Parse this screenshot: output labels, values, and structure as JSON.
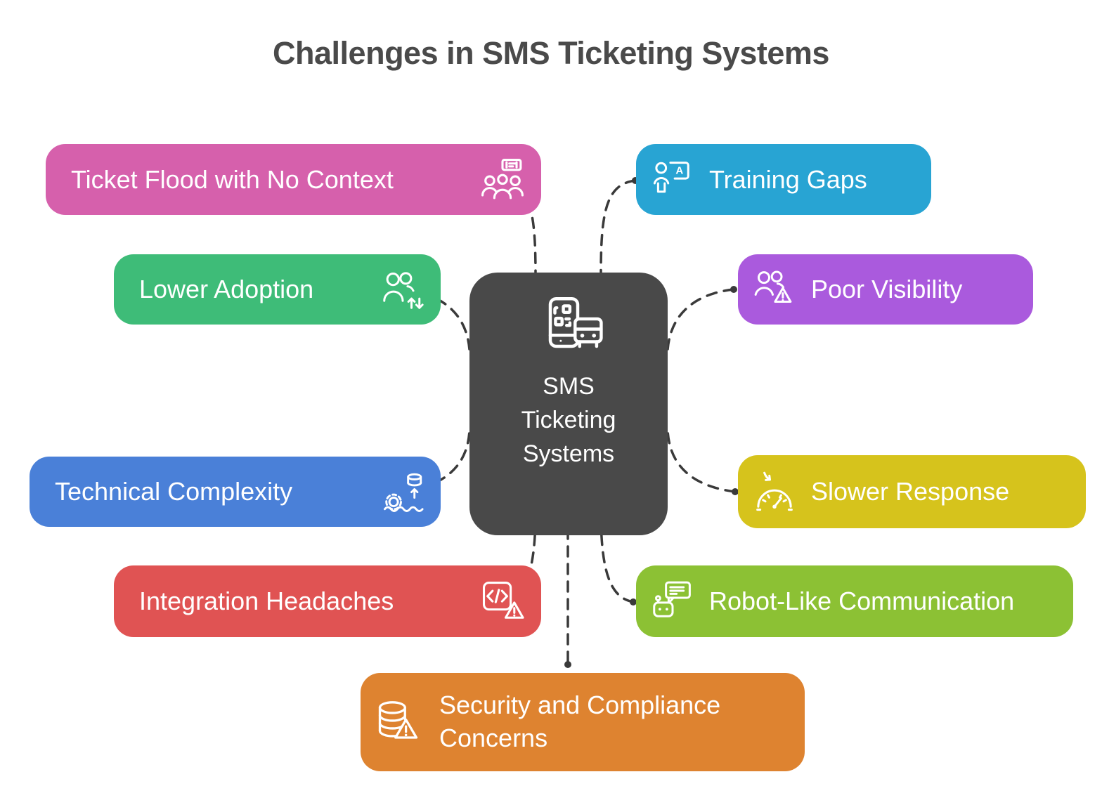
{
  "title": "Challenges in SMS Ticketing Systems",
  "title_color": "#4a4a4a",
  "background": "#ffffff",
  "connector_color": "#3a3a3a",
  "center": {
    "label": "SMS Ticketing Systems",
    "color": "#494949",
    "icon": "phone-qr-bus-icon",
    "text_color": "#ffffff"
  },
  "nodes": [
    {
      "id": "ticket-flood",
      "label": "Ticket Flood with No Context",
      "color": "#d660ac",
      "icon": "ticket-crowd-icon",
      "side": "left"
    },
    {
      "id": "lower-adoption",
      "label": "Lower Adoption",
      "color": "#3ebc78",
      "icon": "users-updown-icon",
      "side": "left"
    },
    {
      "id": "technical-complexity",
      "label": "Technical Complexity",
      "color": "#4a80d8",
      "icon": "gear-database-icon",
      "side": "left"
    },
    {
      "id": "integration-headaches",
      "label": "Integration Headaches",
      "color": "#e05353",
      "icon": "code-alert-icon",
      "side": "left"
    },
    {
      "id": "training-gaps",
      "label": "Training Gaps",
      "color": "#28a4d3",
      "icon": "trainer-board-icon",
      "side": "right"
    },
    {
      "id": "poor-visibility",
      "label": "Poor Visibility",
      "color": "#aa5add",
      "icon": "users-alert-icon",
      "side": "right"
    },
    {
      "id": "slower-response",
      "label": "Slower Response",
      "color": "#d6c31c",
      "icon": "gauge-arrow-icon",
      "side": "right"
    },
    {
      "id": "robot-communication",
      "label": "Robot-Like Communication",
      "color": "#8cc134",
      "icon": "robot-chat-icon",
      "side": "right"
    },
    {
      "id": "security-compliance",
      "label": "Security and Compliance Concerns",
      "color": "#de8330",
      "icon": "database-alert-icon",
      "side": "bottom"
    }
  ]
}
